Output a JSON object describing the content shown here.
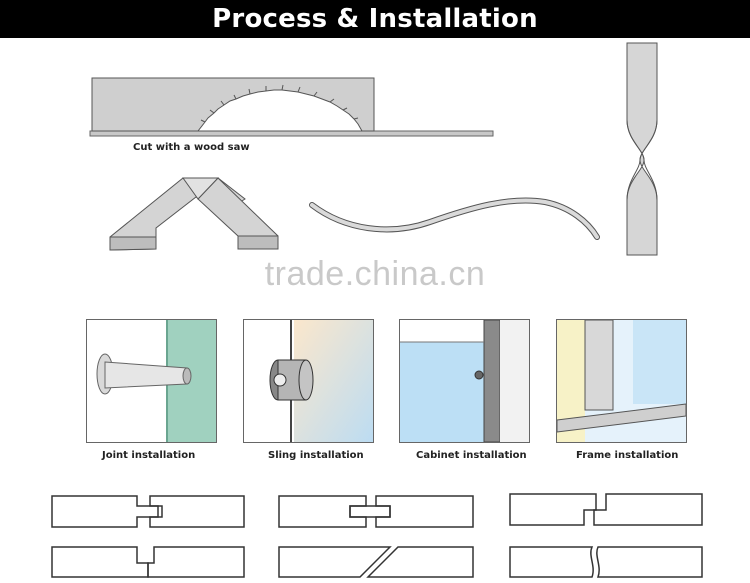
{
  "banner": {
    "title": "Process & Installation"
  },
  "process": {
    "saw_caption": "Cut with a wood saw"
  },
  "watermark": {
    "text": "trade.china.cn"
  },
  "installations": [
    {
      "label": "Joint installation"
    },
    {
      "label": "Sling installation"
    },
    {
      "label": "Cabinet installation"
    },
    {
      "label": "Frame installation"
    }
  ],
  "colors": {
    "banner_bg": "#000000",
    "banner_text": "#ffffff",
    "profile_fill": "#cfcfcf",
    "glass_green": "#8fc9b4",
    "glass_blue": "#bcdff5",
    "wall_peach": "#f6d3a5"
  }
}
